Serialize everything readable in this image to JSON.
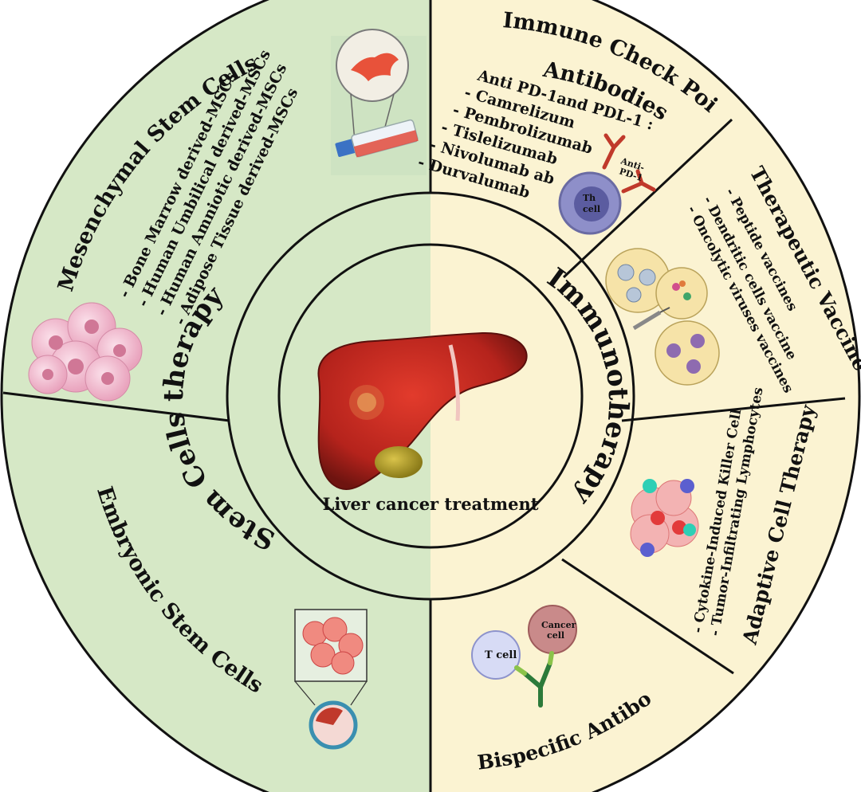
{
  "colors": {
    "left_bg": "#d6e8c6",
    "right_bg": "#fbf3d2",
    "stroke": "#111111",
    "liver": "#b5231c"
  },
  "center": {
    "label": "Liver cancer treatment"
  },
  "ring": {
    "left_label": "Stem Cells therapy",
    "right_label": "Immunotherapy"
  },
  "sections": {
    "mesenchymal": {
      "title": "Mesenchymal Stem Cells",
      "items": [
        "- Bone Marrow derived-MSCs",
        "- Human Umbilical derived-MSCs",
        "- Human Amniotic derived-MSCs",
        "- Adipose Tissue derived-MSCs"
      ]
    },
    "embryonic": {
      "title": "Embryonic Stem Cells"
    },
    "checkpoint": {
      "title_line1": "Immune Check Point",
      "title_line2": "Antibodies",
      "subtitle": "Anti PD-1and PDL-1 :",
      "items": [
        "- Camrelizum",
        "- Pembrolizumab",
        "- Tislelizumab",
        "- Nivolumab ab",
        "- Durvalumab"
      ],
      "cell_label": "Th",
      "cell_label2": "cell",
      "antibody_label": "Anti-",
      "antibody_label2": "PD-1"
    },
    "vaccine": {
      "title": "Therapeutic Vaccine",
      "items": [
        "- Peptide vaccines",
        "- Dendritic cells vaccine",
        "- Oncolytic viruses vaccines"
      ]
    },
    "adaptive": {
      "title": "Adaptive Cell Therapy",
      "items": [
        "- Cytokine-Induced  Killer Cell",
        "- Tumor-Infiltrating  Lymphocytes"
      ]
    },
    "bispecific": {
      "title": "Bispecific Antibody",
      "t_cell": "T cell",
      "cancer_line1": "Cancer",
      "cancer_line2": "cell"
    }
  },
  "icons": [
    "stem-cell-circle-icon",
    "culture-flask-icon",
    "cell-cluster-icon",
    "embryo-blastocyst-icon",
    "antibody-icon",
    "th-cell-icon",
    "vaccine-syringe-icon",
    "tumor-cluster-icon",
    "t-cell-icon",
    "cancer-cell-icon",
    "liver-icon"
  ]
}
